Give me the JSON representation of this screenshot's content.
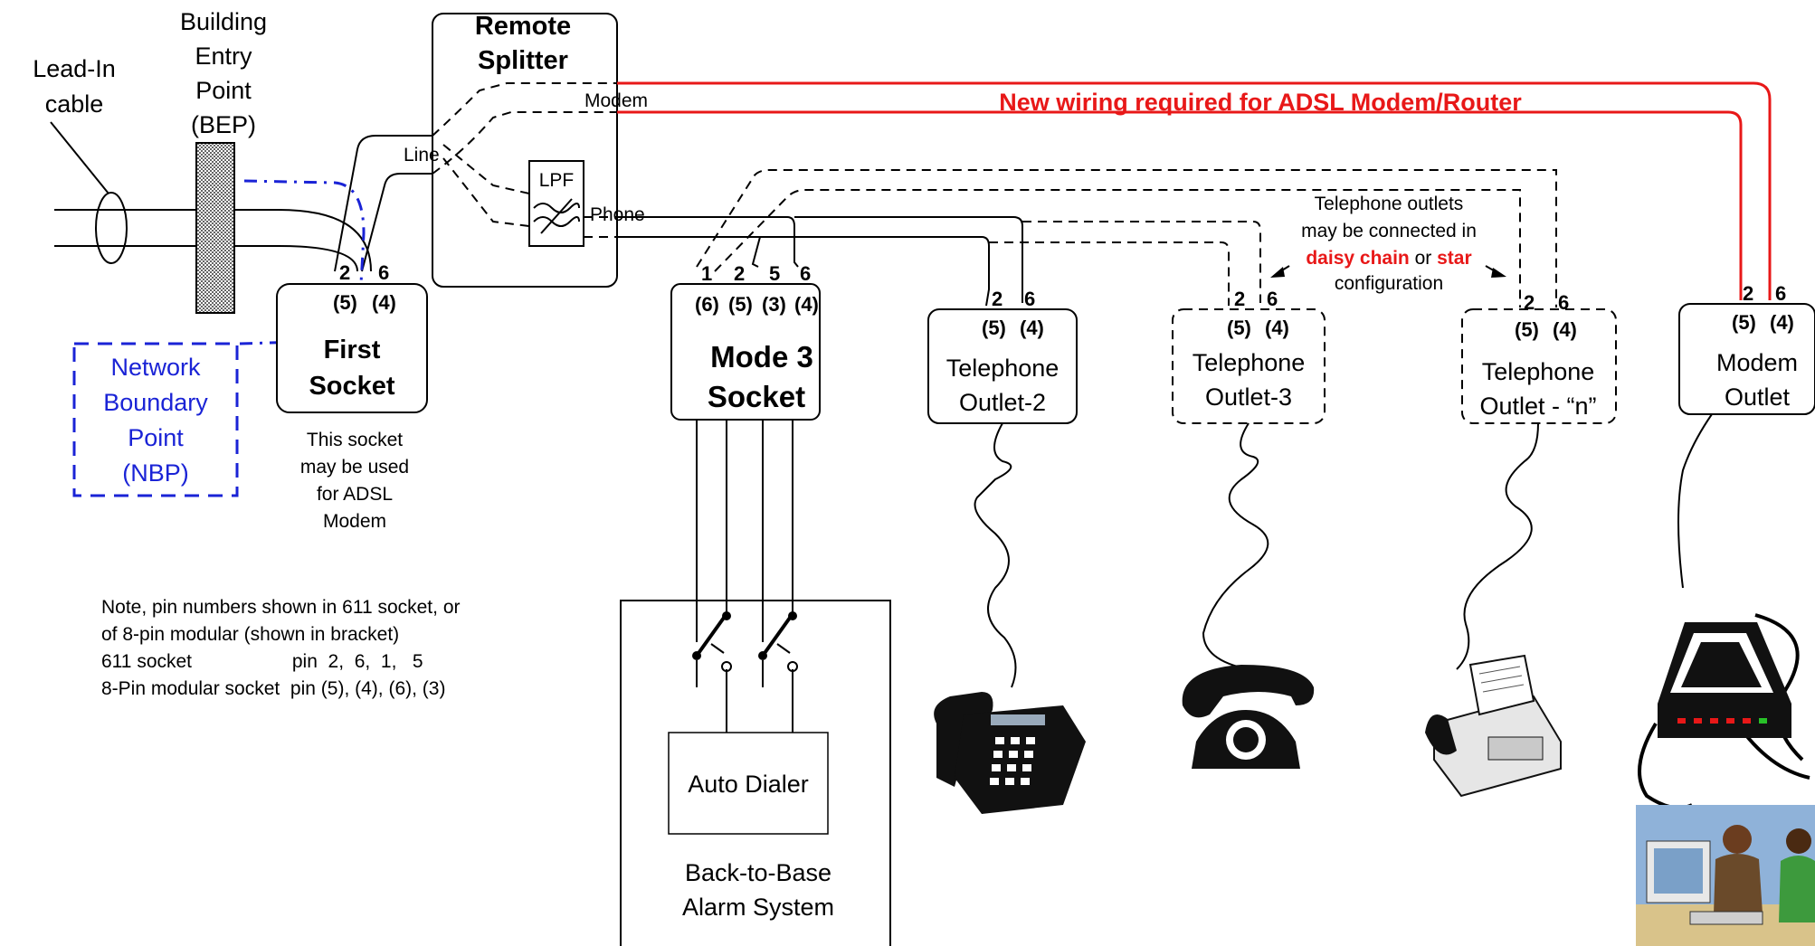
{
  "labels": {
    "lead_in": [
      "Lead-In",
      "cable"
    ],
    "bep": [
      "Building",
      "Entry",
      "Point",
      "(BEP)"
    ],
    "remote_splitter": [
      "Remote",
      "Splitter"
    ],
    "modem_port": "Modem",
    "line_port": "Line",
    "phone_port": "Phone",
    "lpf": "LPF",
    "new_wiring": "New wiring required  for ADSL Modem/Router",
    "nbp": [
      "Network",
      "Boundary",
      "Point",
      "(NBP)"
    ],
    "first_socket": [
      "First",
      "Socket"
    ],
    "first_socket_note": [
      "This socket",
      "may be used",
      "for ADSL",
      "Modem"
    ],
    "mode3_socket": [
      "Mode 3",
      "Socket"
    ],
    "outlet2": [
      "Telephone",
      "Outlet-2"
    ],
    "outlet3": [
      "Telephone",
      "Outlet-3"
    ],
    "outletn": [
      "Telephone",
      "Outlet - “n”"
    ],
    "modem_outlet": [
      "Modem",
      "Outlet"
    ],
    "chain_note_1": "Telephone outlets",
    "chain_note_2": "may be connected in",
    "chain_daisy": "daisy chain",
    "chain_or": " or ",
    "chain_star": "star",
    "chain_note_3": "configuration",
    "auto_dialer": "Auto Dialer",
    "alarm": [
      "Back-to-Base",
      "Alarm System"
    ],
    "note": [
      "Note, pin numbers shown in 611 socket, or",
      "of 8-pin modular (shown in bracket)",
      "611 socket                   pin  2,  6,  1,   5",
      "8-Pin modular socket  pin (5), (4), (6), (3)"
    ]
  },
  "pins": {
    "first_socket": {
      "top": [
        "2",
        "6"
      ],
      "bottom": [
        "(5)",
        "(4)"
      ]
    },
    "mode3": {
      "top": [
        "1",
        "2",
        "5",
        "6"
      ],
      "bottom": [
        "(6)",
        "(5)",
        "(3)",
        "(4)"
      ]
    },
    "outlet": {
      "top": [
        "2",
        "6"
      ],
      "bottom": [
        "(5)",
        "(4)"
      ]
    }
  },
  "colors": {
    "new_wiring": "#e81818",
    "nbp": "#1a23d6",
    "highlight": "#e81818"
  },
  "icons": [
    "desk-phone-icon",
    "rotary-phone-icon",
    "fax-machine-icon",
    "adsl-modem-icon",
    "computer-user-icon"
  ]
}
